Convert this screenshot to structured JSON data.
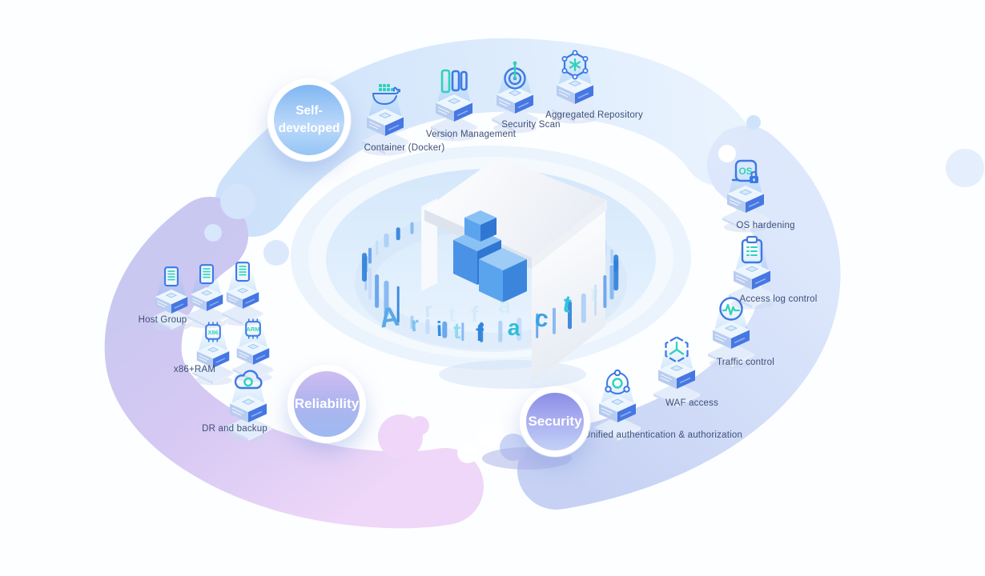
{
  "title_word": "Aritfact",
  "center": {
    "letters": [
      {
        "ch": "A"
      },
      {
        "ch": "r"
      },
      {
        "ch": "i"
      },
      {
        "ch": "t"
      },
      {
        "ch": "f"
      },
      {
        "ch": "a"
      },
      {
        "ch": "c"
      },
      {
        "ch": "t"
      }
    ],
    "ghosts": [
      {
        "ch": "r"
      },
      {
        "ch": "t"
      },
      {
        "ch": "f"
      },
      {
        "ch": "a"
      },
      {
        "ch": "t"
      }
    ]
  },
  "groups": [
    {
      "id": "self-developed",
      "badge": {
        "line1": "Self-",
        "line2": "developed",
        "color_top": "#7fb6f2",
        "color_bottom": "#94c5f5"
      },
      "items": [
        {
          "label": "Container (Docker)",
          "icon": "docker-whale-icon"
        },
        {
          "label": "Version Management",
          "icon": "version-panels-icon"
        },
        {
          "label": "Security Scan",
          "icon": "radar-target-icon"
        },
        {
          "label": "Aggregated Repository",
          "icon": "hexagon-network-icon"
        }
      ]
    },
    {
      "id": "reliability",
      "badge": {
        "label": "Reliability",
        "color_top": "#cfbcf1",
        "color_bottom": "#9db9f1"
      },
      "items": [
        {
          "label": "Host Group",
          "icon": "host-tablet-icon",
          "count": 3
        },
        {
          "label": "x86+RAM",
          "icon": "cpu-chip-icon",
          "chip1": "X86",
          "chip2": "ARM"
        },
        {
          "label": "DR and backup",
          "icon": "cloud-sync-icon"
        }
      ]
    },
    {
      "id": "security",
      "badge": {
        "label": "Security",
        "color_top": "#8a8de5",
        "color_bottom": "#c2d1f7"
      },
      "items": [
        {
          "label": "OS hardening",
          "icon": "os-lock-icon",
          "icon_text": "OS"
        },
        {
          "label": "Access log control",
          "icon": "clipboard-list-icon"
        },
        {
          "label": "Traffic control",
          "icon": "pulse-circle-icon"
        },
        {
          "label": "WAF access",
          "icon": "shield-hexagon-icon"
        },
        {
          "label": "Unified authentication & authorization",
          "icon": "auth-nodes-icon"
        }
      ]
    }
  ],
  "colors": {
    "icon_blue": "#3c79e6",
    "icon_teal": "#2fd3ba",
    "label_text": "#3e4f79"
  }
}
